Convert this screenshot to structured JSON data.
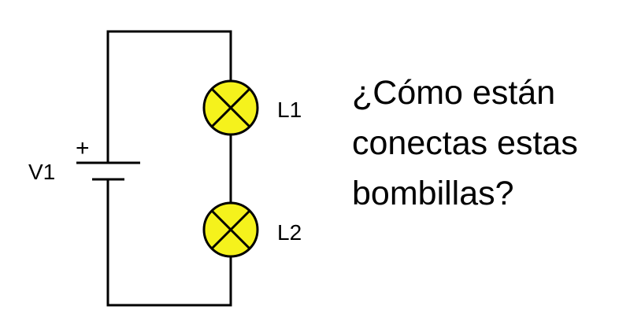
{
  "diagram": {
    "battery_label": "V1",
    "battery_polarity": "+",
    "lamps": [
      {
        "label": "L1",
        "fill": "#f5f21c"
      },
      {
        "label": "L2",
        "fill": "#f5f21c"
      }
    ],
    "wire_color": "#000000"
  },
  "question": {
    "line1": "¿Cómo están",
    "line2": "conectas estas",
    "line3": "bombillas?"
  }
}
